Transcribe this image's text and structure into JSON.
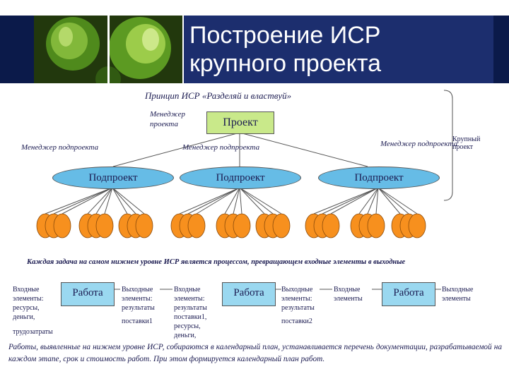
{
  "title": {
    "line1": "Построение ИСР",
    "line2": "крупного проекта"
  },
  "principle": "Принцип ИСР «Разделяй и властвуй»",
  "manager_project": {
    "line1": "Менеджер",
    "line2": "проекта"
  },
  "project_label": "Проект",
  "subproject_manager": "Менеджер подпроекта",
  "large_project": {
    "line1": "Крупный",
    "line2": "проект"
  },
  "subproject_label": "Подпроект",
  "process_caption": "Каждая задача на самом нижнем уровне ИСР является процессом, превращающем входные элементы в выходные",
  "process_blocks": [
    {
      "input": [
        "Входные",
        "элементы:",
        "ресурсы,",
        "деньги,",
        "",
        "трудозатраты"
      ],
      "work": "Работа",
      "output": [
        "Выходные",
        "элементы:",
        "результаты",
        "",
        "поставки1"
      ]
    },
    {
      "input": [
        "Входные",
        "элементы:",
        "результаты",
        "поставки1,",
        "ресурсы,",
        "деньги,"
      ],
      "work": "Работа",
      "output": [
        "Выходные",
        "элементы:",
        "результаты",
        "",
        "поставки2"
      ]
    },
    {
      "input": [
        "Входные",
        "элементы"
      ],
      "work": "Работа",
      "output": [
        "Выходные",
        "элементы"
      ]
    }
  ],
  "bottom_text": "Работы, выявленные на нижнем уровне ИСР, собираются в календарный план, устанавливается перечень документации, разрабатываемой на каждом этапе, срок и стоимость работ. При этом формируется календарный план работ.",
  "colors": {
    "leaf": "#f7901e",
    "subproject": "#66bce6",
    "project": "#c9e98a",
    "work": "#9ad8f0",
    "header_band": "#0b1a4a",
    "title_box": "#1c2e6e"
  },
  "icons": {
    "header_photo": "green-leaf-photo"
  }
}
